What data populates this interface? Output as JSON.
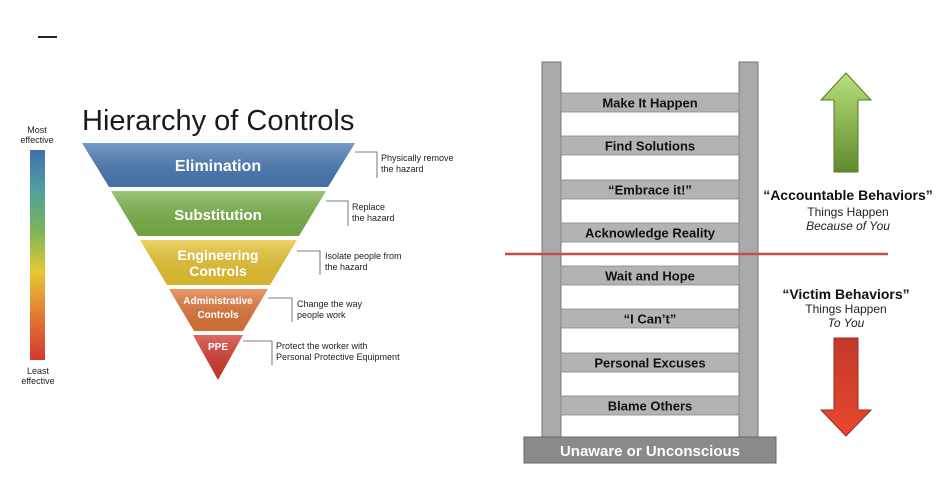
{
  "scale": {
    "top_label": [
      "Most",
      "effective"
    ],
    "bottom_label": [
      "Least",
      "effective"
    ]
  },
  "hierarchy": {
    "title": "Hierarchy of Controls",
    "levels": [
      {
        "label": [
          "Elimination"
        ],
        "note": [
          "Physically remove",
          "the hazard"
        ],
        "color": "#4a7ab5"
      },
      {
        "label": [
          "Substitution"
        ],
        "note": [
          "Replace",
          "the hazard"
        ],
        "color": "#7ab24a"
      },
      {
        "label": [
          "Engineering",
          "Controls"
        ],
        "note": [
          "Isolate people from",
          "the hazard"
        ],
        "color": "#e8c432"
      },
      {
        "label": [
          "Administrative",
          "Controls"
        ],
        "note": [
          "Change the way",
          "people work"
        ],
        "color": "#e0773a"
      },
      {
        "label": [
          "PPE"
        ],
        "note": [
          "Protect the worker with",
          "Personal Protective Equipment"
        ],
        "color": "#d23a30"
      }
    ]
  },
  "ladder": {
    "rungs": [
      "Make It Happen",
      "Find Solutions",
      "“Embrace it!”",
      "Acknowledge Reality",
      "Wait and Hope",
      "“I Can’t”",
      "Personal Excuses",
      "Blame Others"
    ],
    "base": "Unaware or Unconscious",
    "accountable": {
      "title": "“Accountable Behaviors”",
      "line1": "Things Happen",
      "line2": "Because of You"
    },
    "victim": {
      "title": "“Victim Behaviors”",
      "line1": "Things Happen",
      "line2": "To You"
    },
    "colors": {
      "rail": "#aaaaaa",
      "rung": "#b3b3b3",
      "divider": "#c0504d",
      "up_arrow": "#6f9a3a",
      "down_arrow": "#d23a2e"
    }
  }
}
